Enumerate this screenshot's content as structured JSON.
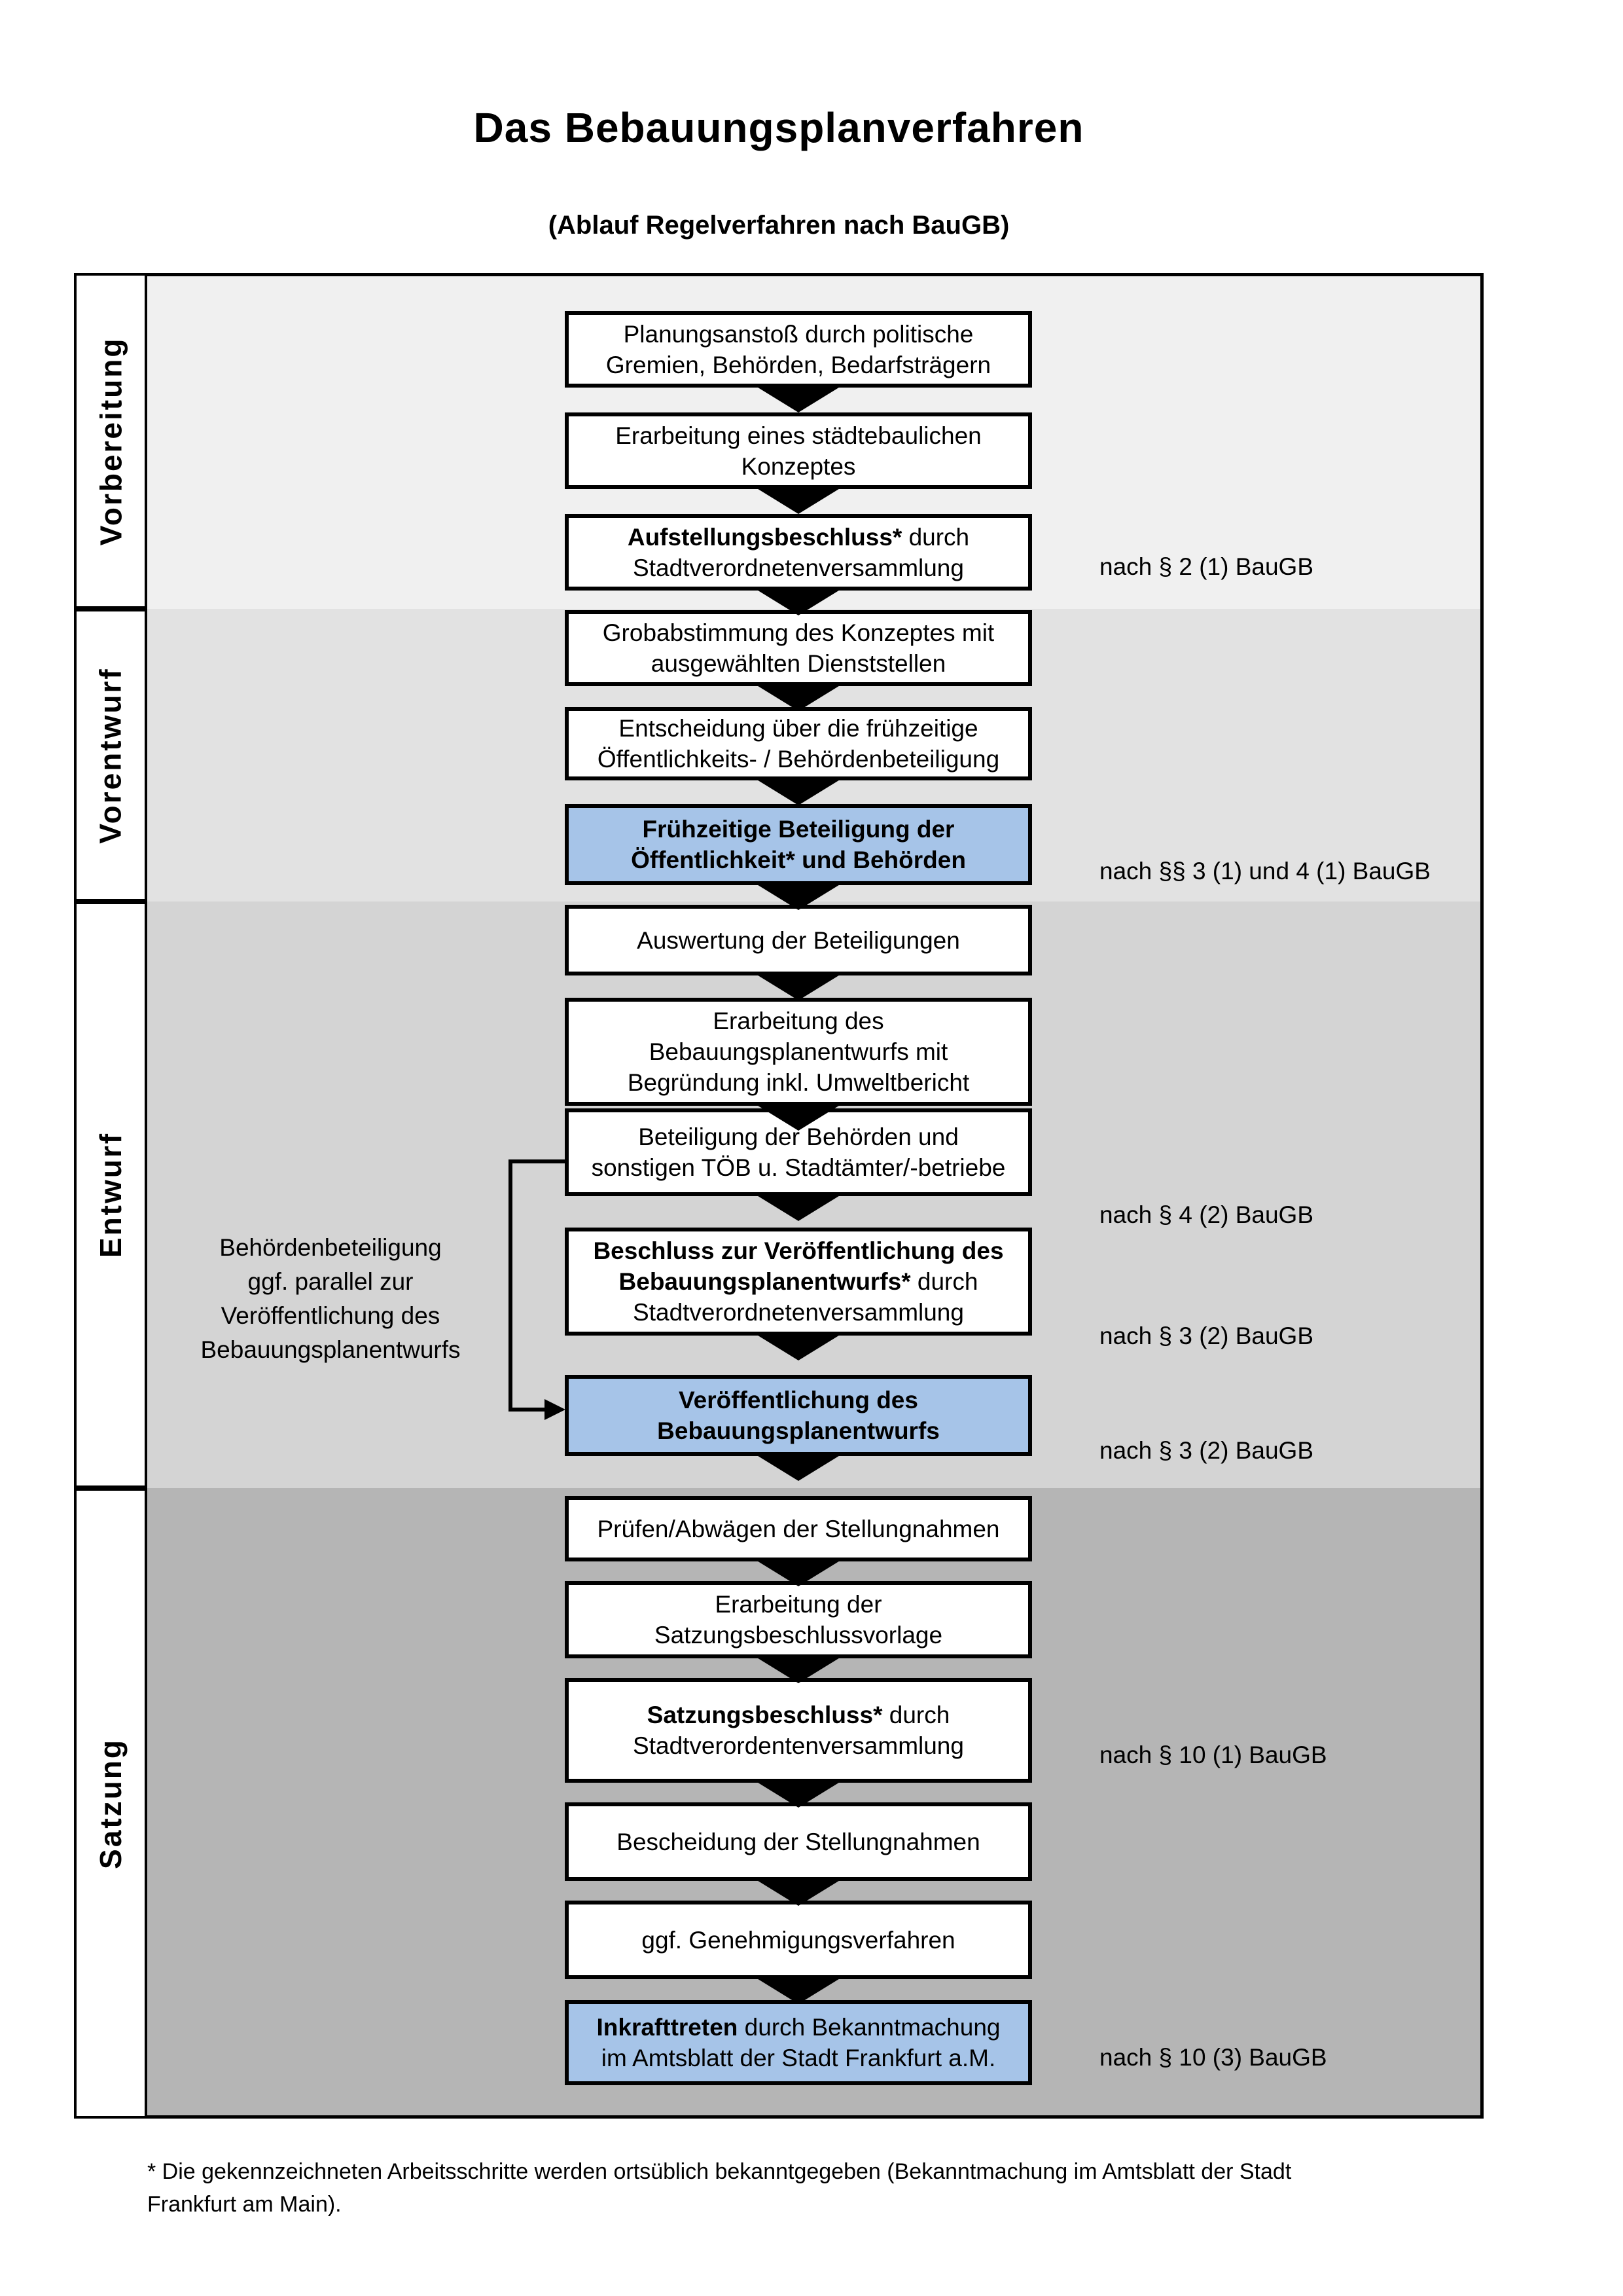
{
  "title": "Das Bebauungsplanverfahren",
  "subtitle": "(Ablauf Regelverfahren nach BauGB)",
  "phases": {
    "p1": "Vorbereitung",
    "p2": "Vorentwurf",
    "p3": "Entwurf",
    "p4": "Satzung"
  },
  "steps": {
    "s1": {
      "l1": "Planungsanstoß durch politische",
      "l2": "Gremien, Behörden, Bedarfsträgern"
    },
    "s2": {
      "l1": "Erarbeitung eines städtebaulichen",
      "l2": "Konzeptes"
    },
    "s3": {
      "l1_bold": "Aufstellungsbeschluss*",
      "l1_rest": " durch",
      "l2": "Stadtverordnetenversammlung"
    },
    "s4": {
      "l1": "Grobabstimmung des Konzeptes mit",
      "l2": "ausgewählten Dienststellen"
    },
    "s5": {
      "l1": "Entscheidung über die frühzeitige",
      "l2": "Öffentlichkeits- / Behördenbeteiligung"
    },
    "s6": {
      "l1": "Frühzeitige Beteiligung der",
      "l2": "Öffentlichkeit* und Behörden"
    },
    "s7": {
      "l1": "Auswertung der Beteiligungen"
    },
    "s8": {
      "l1": "Erarbeitung des",
      "l2": "Bebauungsplanentwurfs mit",
      "l3": "Begründung inkl. Umweltbericht"
    },
    "s9": {
      "l1": "Beteiligung der Behörden und",
      "l2": "sonstigen TÖB u. Stadtämter/-betriebe"
    },
    "s10": {
      "l1": "Beschluss zur Veröffentlichung des",
      "l2_bold": "Bebauungsplanentwurfs*",
      "l2_rest": " durch",
      "l3": "Stadtverordnetenversammlung"
    },
    "s11": {
      "l1": "Veröffentlichung des",
      "l2": "Bebauungsplanentwurfs"
    },
    "s12": {
      "l1": "Prüfen/Abwägen der Stellungnahmen"
    },
    "s13": {
      "l1": "Erarbeitung der",
      "l2": "Satzungsbeschlussvorlage"
    },
    "s14": {
      "l1_bold": "Satzungsbeschluss*",
      "l1_rest": " durch",
      "l2": "Stadtverordentenversammlung"
    },
    "s15": {
      "l1": "Bescheidung der Stellungnahmen"
    },
    "s16": {
      "l1": "ggf. Genehmigungsverfahren"
    },
    "s17": {
      "l1_bold": "Inkrafttreten",
      "l1_rest": " durch Bekanntmachung",
      "l2": "im Amtsblatt der Stadt Frankfurt a.M."
    }
  },
  "refs": {
    "r1": "nach § 2 (1) BauGB",
    "r2": "nach §§ 3 (1) und 4 (1) BauGB",
    "r3": "nach § 4 (2) BauGB",
    "r4": "nach § 3 (2) BauGB",
    "r5": "nach § 3 (2) BauGB",
    "r6": "nach § 10 (1) BauGB",
    "r7": "nach § 10 (3) BauGB"
  },
  "note": {
    "l1": "Behördenbeteiligung",
    "l2": "ggf. parallel zur",
    "l3": "Veröffentlichung des",
    "l4": "Bebauungsplanentwurfs"
  },
  "footnote": {
    "l1": "* Die gekennzeichneten Arbeitsschritte werden ortsüblich bekanntgegeben (Bekanntmachung im Amtsblatt der Stadt",
    "l2": "Frankfurt am Main)."
  },
  "colors": {
    "highlight_blue": "#a6c4e8",
    "band_vorbereitung": "#f0f0f0",
    "band_vorentwurf": "#e2e2e2",
    "band_entwurf": "#d4d4d4",
    "band_satzung": "#b5b5b5",
    "border": "#000000"
  }
}
